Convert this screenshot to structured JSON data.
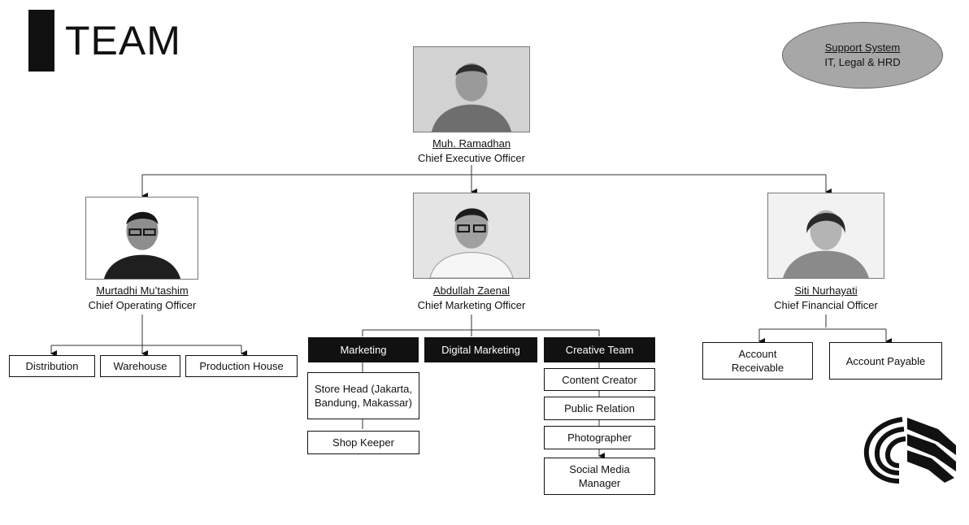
{
  "title": "TEAM",
  "support": {
    "heading": "Support System",
    "detail": "IT, Legal & HRD"
  },
  "ceo": {
    "name": "Muh. Ramadhan",
    "role": "Chief Executive Officer"
  },
  "coo": {
    "name": "Murtadhi Mu’tashim",
    "role": "Chief Operating Officer",
    "units": [
      "Distribution",
      "Warehouse",
      "Production House"
    ]
  },
  "cmo": {
    "name": "Abdullah Zaenal",
    "role": "Chief Marketing Officer",
    "marketing": {
      "label": "Marketing",
      "items": [
        "Store Head (Jakarta, Bandung, Makassar)",
        "Shop Keeper"
      ]
    },
    "digital": {
      "label": "Digital Marketing"
    },
    "creative": {
      "label": "Creative Team",
      "items": [
        "Content Creator",
        "Public Relation",
        "Photographer",
        "Social Media Manager"
      ]
    }
  },
  "cfo": {
    "name": "Siti Nurhayati",
    "role": "Chief Financial Officer",
    "units": [
      "Account Receivable",
      "Account Payable"
    ]
  },
  "icons": {
    "logo": "company-logo",
    "photos": "person-photo"
  }
}
